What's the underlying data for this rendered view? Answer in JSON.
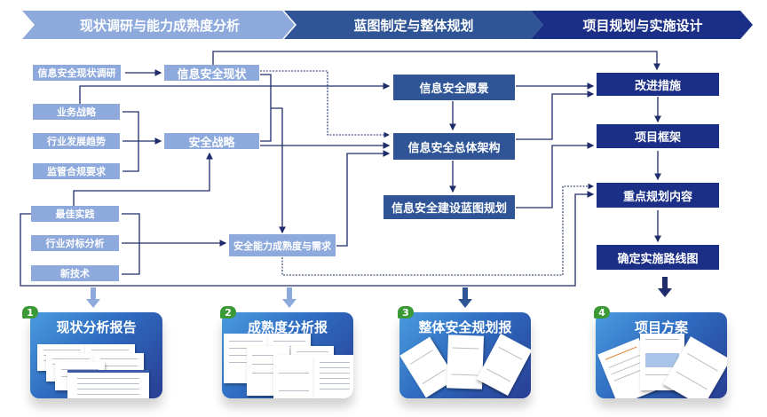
{
  "phases": [
    {
      "label": "现状调研与能力成熟度分析",
      "color": "#8EAADC"
    },
    {
      "label": "蓝图制定与整体规划",
      "color": "#2F5597"
    },
    {
      "label": "项目规划与实施设计",
      "color": "#1B2F87"
    }
  ],
  "inputs": {
    "survey": "信息安全现状调研",
    "business_strategy": "业务战略",
    "industry_trend": "行业发展趋势",
    "compliance": "监管合规要求",
    "best_practice": "最佳实践",
    "benchmark": "行业对标分析",
    "new_tech": "新技术"
  },
  "analysis": {
    "current_status": "信息安全现状",
    "security_strategy": "安全战略",
    "maturity_needs": "安全能力成熟度与需求"
  },
  "blueprint": {
    "vision": "信息安全愿景",
    "architecture": "信息安全总体架构",
    "roadmap_plan": "信息安全建设蓝图规划"
  },
  "planning": {
    "improvements": "改进措施",
    "framework": "项目框架",
    "key_content": "重点规划内容",
    "roadmap": "确定实施路线图"
  },
  "deliverables": [
    {
      "number": "1",
      "title": "现状分析报告"
    },
    {
      "number": "2",
      "title": "成熟度分析报"
    },
    {
      "number": "3",
      "title": "整体安全规划报"
    },
    {
      "number": "4",
      "title": "项目方案"
    }
  ],
  "colors": {
    "light": "#8EAADC",
    "mid": "#2F5597",
    "navy": "#1B2F87",
    "line": "#1F2D6B",
    "badge": "#3C9A36"
  }
}
